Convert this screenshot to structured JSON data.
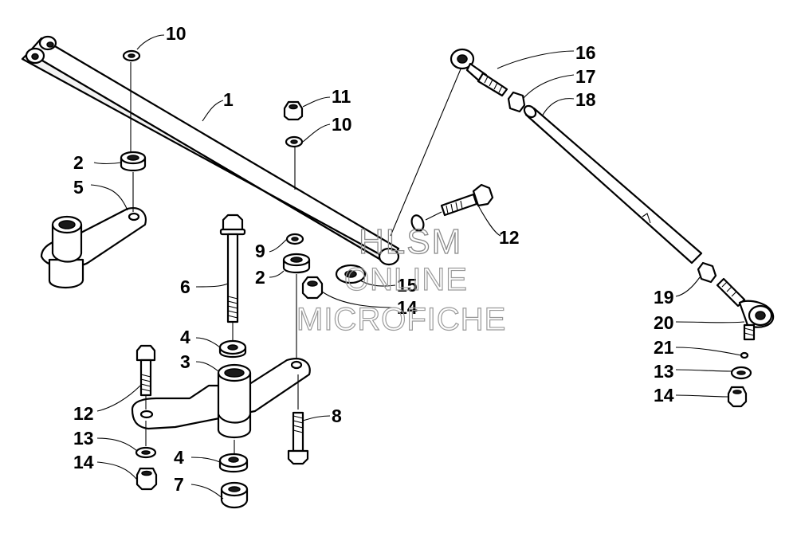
{
  "callouts": {
    "c1": "1",
    "c2a": "2",
    "c2b": "2",
    "c3": "3",
    "c4a": "4",
    "c4b": "4",
    "c5": "5",
    "c6": "6",
    "c7": "7",
    "c8": "8",
    "c9": "9",
    "c10a": "10",
    "c10b": "10",
    "c11": "11",
    "c12a": "12",
    "c12b": "12",
    "c13a": "13",
    "c13b": "13",
    "c14a": "14",
    "c14b": "14",
    "c14c": "14",
    "c15": "15",
    "c16": "16",
    "c17": "17",
    "c18": "18",
    "c19": "19",
    "c20": "20",
    "c21": "21"
  },
  "watermark": {
    "line1": "HLSM",
    "line2": "ONLINE",
    "line3": "MICROFICHE"
  },
  "colors": {
    "ink": "#000000",
    "watermark": "#8a8a8a",
    "background": "#ffffff"
  }
}
